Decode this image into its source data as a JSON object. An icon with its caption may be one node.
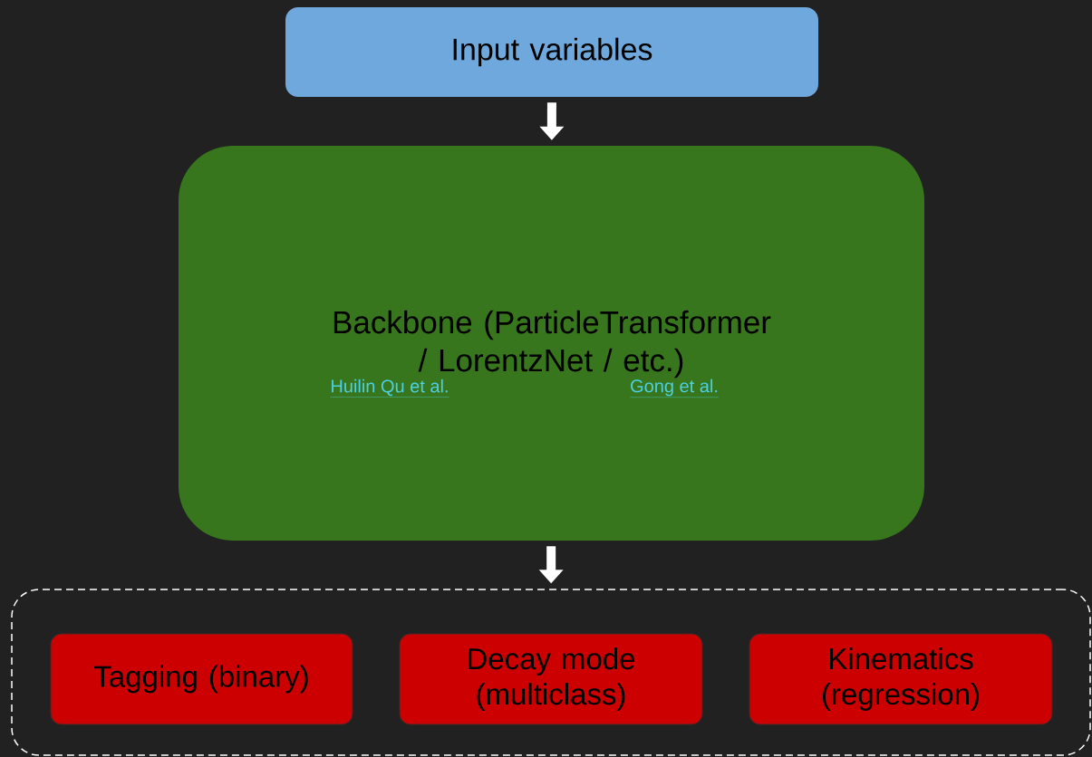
{
  "diagram": {
    "nodes": [
      {
        "text": [
          "Input variables"
        ]
      },
      {
        "text": [
          "Backbone (ParticleTransformer / LorentzNet / etc.)",
          "Huilin Qu et al.",
          "Gong et al."
        ]
      },
      {
        "text": [],
        "shape": "box"
      },
      {
        "text": [
          "Tagging (binary)"
        ],
        "in": 2
      },
      {
        "text": [
          "Decay mode (multiclass)"
        ],
        "in": 2
      },
      {
        "text": [
          "Kinematics (regression)"
        ],
        "in": 2
      }
    ],
    "edges": [
      {
        "from": 0,
        "to": 1,
        "arrow": "to"
      },
      {
        "from": 1,
        "to": 2,
        "arrow": "to"
      }
    ]
  }
}
